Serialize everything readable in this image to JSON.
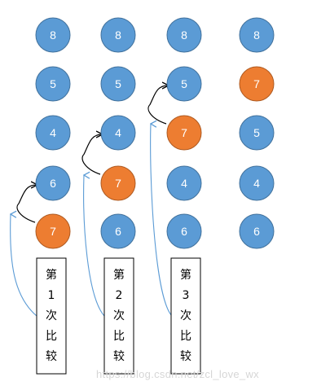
{
  "colors": {
    "blue_fill": "#5b9bd5",
    "blue_stroke": "#41719c",
    "orange_fill": "#ed7d31",
    "orange_stroke": "#ae5a21",
    "node_text": "#ffffff",
    "swap_arrow": "#000000",
    "pointer_arrow": "#5b9bd5",
    "box_border": "#000000",
    "box_text": "#000000"
  },
  "columns": [
    {
      "nodes": [
        {
          "label": "8",
          "highlight": false
        },
        {
          "label": "5",
          "highlight": false
        },
        {
          "label": "4",
          "highlight": false
        },
        {
          "label": "6",
          "highlight": false
        },
        {
          "label": "7",
          "highlight": true
        }
      ],
      "caption": [
        "第",
        "1",
        "次",
        "比",
        "较"
      ]
    },
    {
      "nodes": [
        {
          "label": "8",
          "highlight": false
        },
        {
          "label": "5",
          "highlight": false
        },
        {
          "label": "4",
          "highlight": false
        },
        {
          "label": "7",
          "highlight": true
        },
        {
          "label": "6",
          "highlight": false
        }
      ],
      "caption": [
        "第",
        "2",
        "次",
        "比",
        "较"
      ]
    },
    {
      "nodes": [
        {
          "label": "8",
          "highlight": false
        },
        {
          "label": "5",
          "highlight": false
        },
        {
          "label": "7",
          "highlight": true
        },
        {
          "label": "4",
          "highlight": false
        },
        {
          "label": "6",
          "highlight": false
        }
      ],
      "caption": [
        "第",
        "3",
        "次",
        "比",
        "较"
      ]
    },
    {
      "nodes": [
        {
          "label": "8",
          "highlight": false
        },
        {
          "label": "7",
          "highlight": true
        },
        {
          "label": "5",
          "highlight": false
        },
        {
          "label": "4",
          "highlight": false
        },
        {
          "label": "6",
          "highlight": false
        }
      ]
    }
  ],
  "watermark": "https://blog.csdn.net/zcl_love_wx"
}
